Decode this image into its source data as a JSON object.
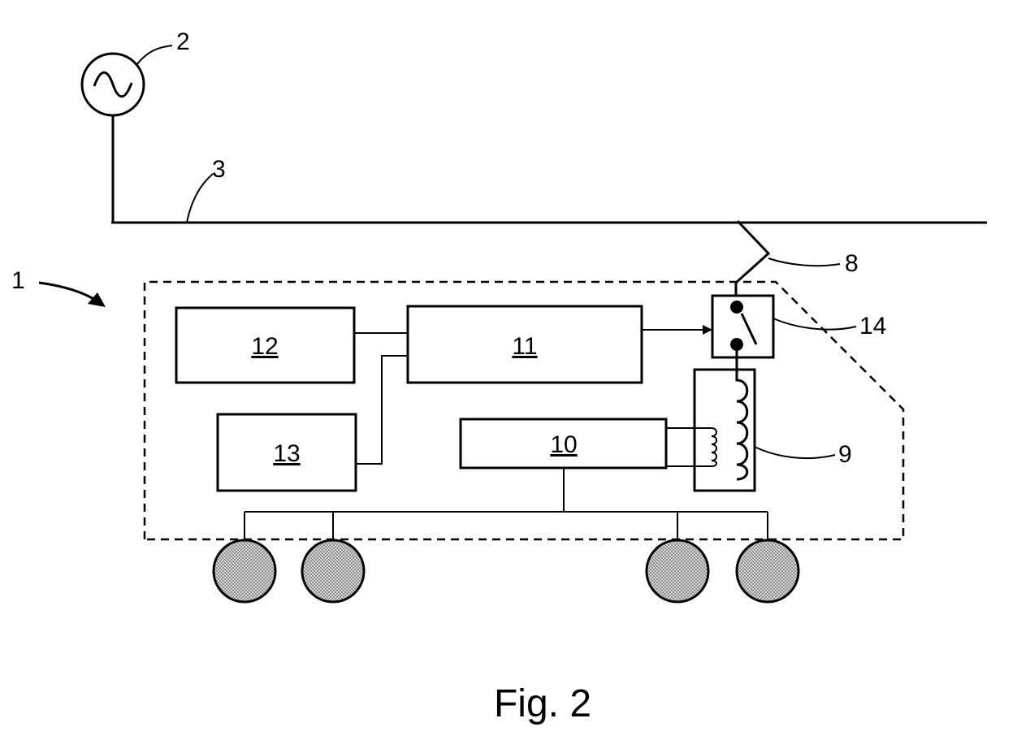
{
  "caption": "Fig. 2",
  "reference_numerals": {
    "vehicle": "1",
    "source": "2",
    "line": "3",
    "pantograph": "8",
    "transformer": "9",
    "block_10": "10",
    "block_11": "11",
    "block_12": "12",
    "block_13": "13",
    "switch": "14"
  }
}
